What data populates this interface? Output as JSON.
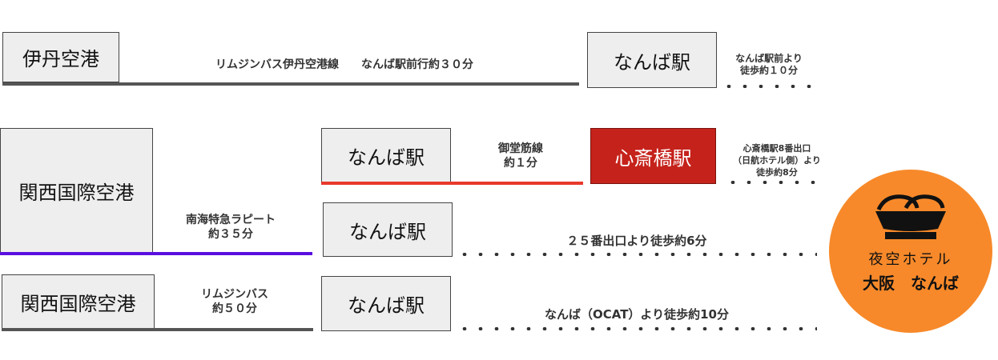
{
  "routes": [
    {
      "origin": "伊丹空港",
      "line": "リムジンバス伊丹空港線　　なんば駅前行約３０分",
      "station": "なんば駅",
      "walk": [
        "なんば駅前より",
        "徒歩約１０分"
      ]
    },
    {
      "origin": "関西国際空港",
      "transfers": [
        {
          "from": "なんば駅",
          "line": [
            "御堂筋線",
            "約１分"
          ],
          "station": "心斎橋駅",
          "walk": [
            "心斎橋駅8番出口",
            "（日航ホテル側）より",
            "徒歩約8分"
          ]
        },
        {
          "line": [
            "南海特急ラピート",
            "約３５分"
          ],
          "station": "なんば駅",
          "walk": "２５番出口より徒歩約6分"
        }
      ]
    },
    {
      "origin": "関西国際空港",
      "line": [
        "リムジンバス",
        "約５０分"
      ],
      "station": "なんば駅",
      "walk": "なんば（OCAT）より徒歩約10分"
    }
  ],
  "hotel": {
    "logo_text": "夜空ホテル",
    "name": "大阪　なんば",
    "logo_icon": "bowl-icon"
  },
  "colors": {
    "midosuji_line": "#e8392a",
    "nankai_line": "#5a0fe0",
    "bus_line": "#555555",
    "shinsaibashi_box": "#c5221b",
    "hotel_circle": "#f7892a"
  }
}
